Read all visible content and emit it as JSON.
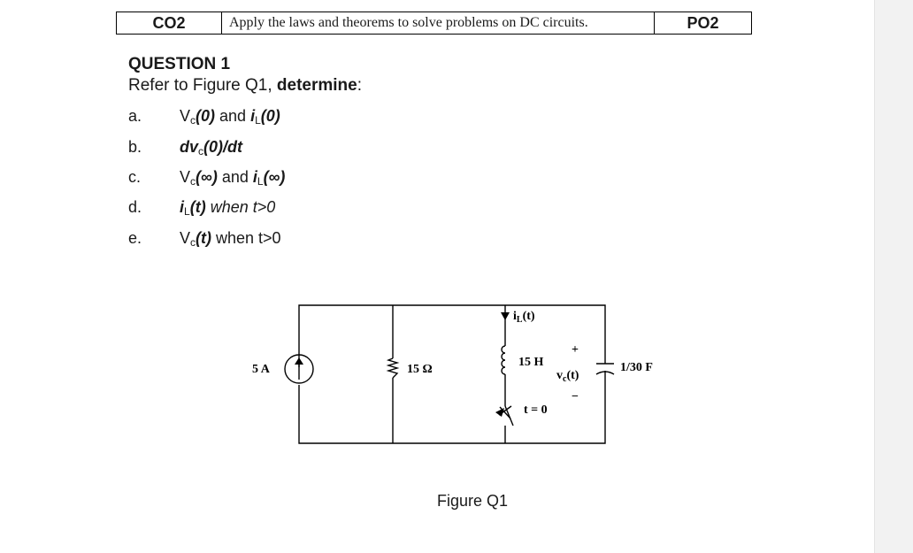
{
  "header": {
    "co": "CO2",
    "description": "Apply the laws and theorems to solve problems on DC circuits.",
    "po": "PO2"
  },
  "question": {
    "title": "QUESTION 1",
    "intro_prefix": "Refer to Figure Q1, ",
    "intro_bold": "determine",
    "intro_suffix": ":"
  },
  "parts": [
    {
      "letter": "a.",
      "segments": [
        {
          "t": "V",
          "s": ""
        },
        {
          "t": "c",
          "s": "sub"
        },
        {
          "t": "(0)",
          "s": "bi"
        },
        {
          "t": " and ",
          "s": ""
        },
        {
          "t": "i",
          "s": "bi"
        },
        {
          "t": "L",
          "s": "sub"
        },
        {
          "t": "(0)",
          "s": "bi"
        }
      ]
    },
    {
      "letter": "b.",
      "segments": [
        {
          "t": "dv",
          "s": "bi"
        },
        {
          "t": "c",
          "s": "sub"
        },
        {
          "t": "(0)/dt",
          "s": "bi"
        }
      ]
    },
    {
      "letter": "c.",
      "segments": [
        {
          "t": "V",
          "s": ""
        },
        {
          "t": "c",
          "s": "sub"
        },
        {
          "t": "(∞)",
          "s": "bi"
        },
        {
          "t": " and ",
          "s": ""
        },
        {
          "t": "i",
          "s": "bi"
        },
        {
          "t": "L",
          "s": "sub"
        },
        {
          "t": "(∞)",
          "s": "bi"
        }
      ]
    },
    {
      "letter": "d.",
      "segments": [
        {
          "t": "i",
          "s": "bi"
        },
        {
          "t": "L",
          "s": "sub"
        },
        {
          "t": "(t)",
          "s": "bi"
        },
        {
          "t": " when t>0",
          "s": "i"
        }
      ]
    },
    {
      "letter": "e.",
      "segments": [
        {
          "t": "V",
          "s": ""
        },
        {
          "t": "c",
          "s": "sub"
        },
        {
          "t": "(t)",
          "s": "bi"
        },
        {
          "t": " when t>0",
          "s": ""
        }
      ]
    }
  ],
  "circuit": {
    "source_label": "5 A",
    "resistor_label": "15 Ω",
    "inductor_label": "15 H",
    "inductor_current": "i",
    "inductor_current_sub": "L",
    "inductor_current_arg": "(t)",
    "cap_voltage": "v",
    "cap_voltage_sub": "c",
    "cap_voltage_arg": "(t)",
    "plus": "+",
    "minus": "−",
    "capacitor_label": "1/30 F",
    "switch_label": "t = 0"
  },
  "figure_caption": "Figure Q1"
}
